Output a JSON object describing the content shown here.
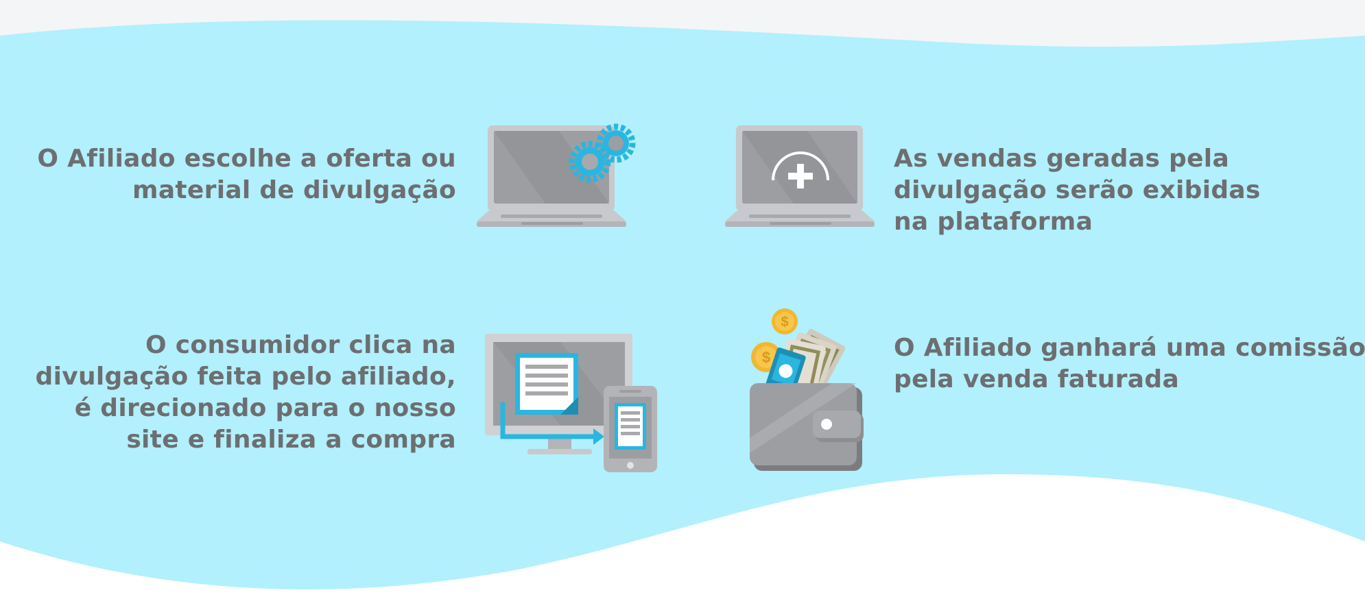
{
  "steps": [
    {
      "lines": [
        "O Afiliado escolhe a oferta ou",
        "material de divulgação"
      ],
      "icon": "laptop-gears-icon"
    },
    {
      "lines": [
        "As vendas geradas pela",
        "divulgação serão exibidas",
        "na plataforma"
      ],
      "icon": "laptop-dashboard-icon"
    },
    {
      "lines": [
        "O consumidor clica na",
        "divulgação feita pelo afiliado,",
        "é direcionado para o nosso",
        "site e finaliza a compra"
      ],
      "icon": "monitor-phone-icon"
    },
    {
      "lines": [
        "O Afiliado ganhará uma comissão",
        "pela venda faturada"
      ],
      "icon": "wallet-money-icon"
    }
  ],
  "colors": {
    "band": "#b1f0fc",
    "top_strip": "#f4f5f7",
    "text": "#6d6e71",
    "accent_blue": "#29b6e0",
    "device_gray": "#a8a9ad",
    "coin_gold": "#f2b632"
  }
}
